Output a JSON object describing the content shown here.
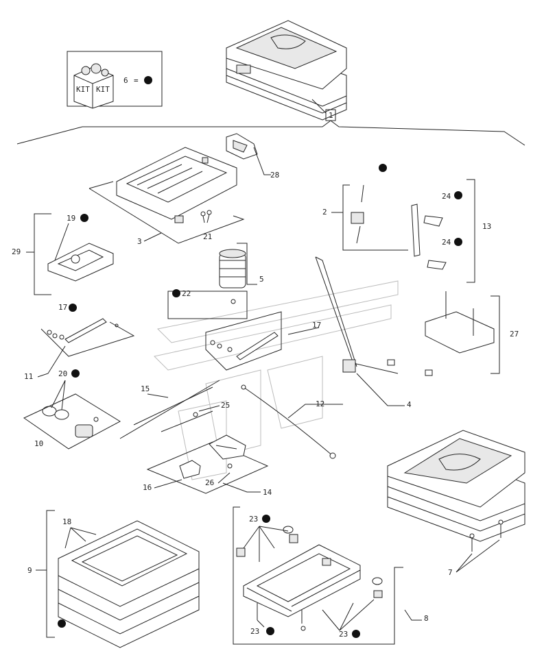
{
  "kit": {
    "box_text_1": "KIT",
    "box_text_2": "KIT",
    "callout": "6",
    "equals": "="
  },
  "callouts": {
    "c1": "1",
    "c2": "2",
    "c3": "3",
    "c4": "4",
    "c5": "5",
    "c7": "7",
    "c8": "8",
    "c9": "9",
    "c10": "10",
    "c11": "11",
    "c12": "12",
    "c13": "13",
    "c14": "14",
    "c15": "15",
    "c16": "16",
    "c17a": "17",
    "c17b": "17",
    "c18": "18",
    "c19": "19",
    "c20": "20",
    "c21": "21",
    "c22": "22",
    "c23a": "23",
    "c23b": "23",
    "c23c": "23",
    "c24a": "24",
    "c24b": "24",
    "c25": "25",
    "c26": "26",
    "c27": "27",
    "c28": "28",
    "c29": "29"
  }
}
